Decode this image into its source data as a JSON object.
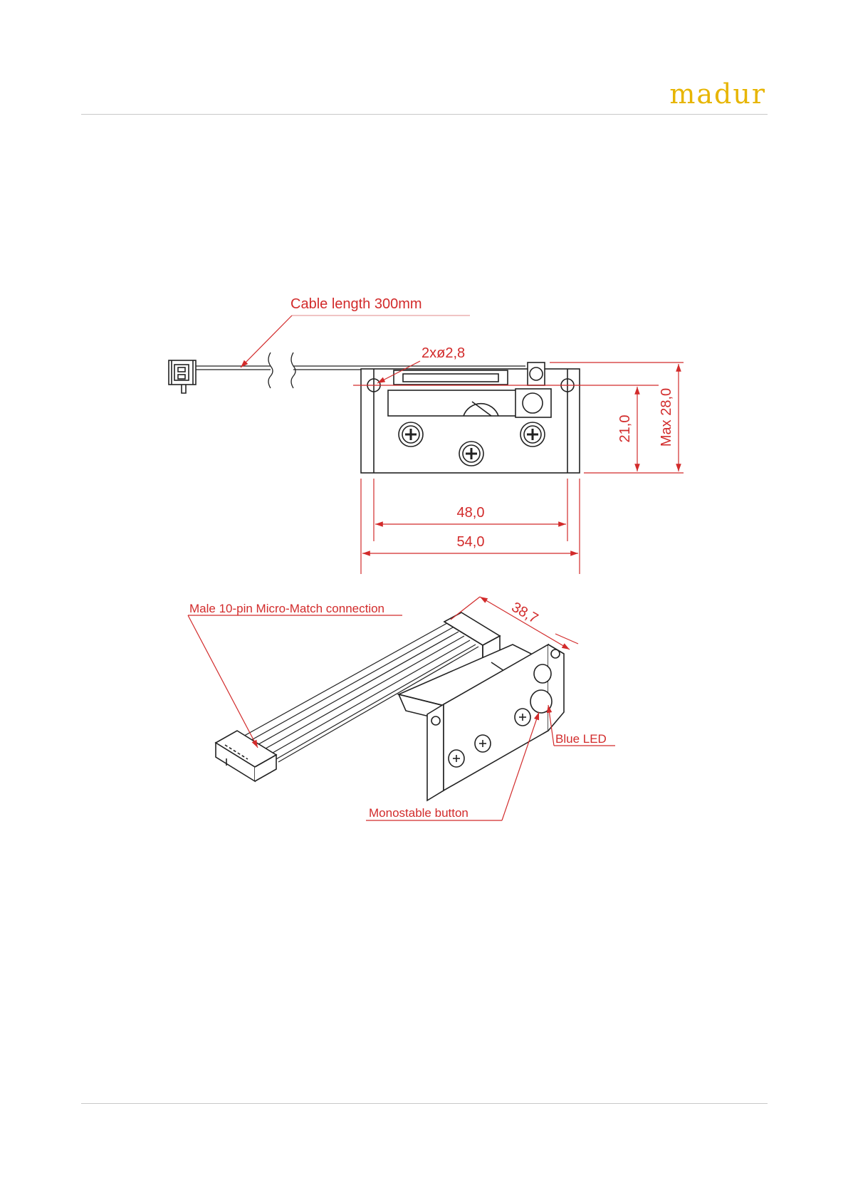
{
  "header": {
    "logo_text": "madur"
  },
  "drawing": {
    "labels": {
      "cable_length": "Cable length 300mm",
      "holes": "2xø2,8",
      "dim_21": "21,0",
      "dim_28": "Max 28,0",
      "dim_48": "48,0",
      "dim_54": "54,0",
      "dim_38_7": "38,7",
      "connector": "Male 10-pin Micro-Match connection",
      "blue_led": "Blue LED",
      "button": "Monostable button"
    },
    "colors": {
      "annotation": "#d22b2b",
      "line": "#222222",
      "rule": "#c8c8c8",
      "logo": "#e7b500"
    }
  }
}
